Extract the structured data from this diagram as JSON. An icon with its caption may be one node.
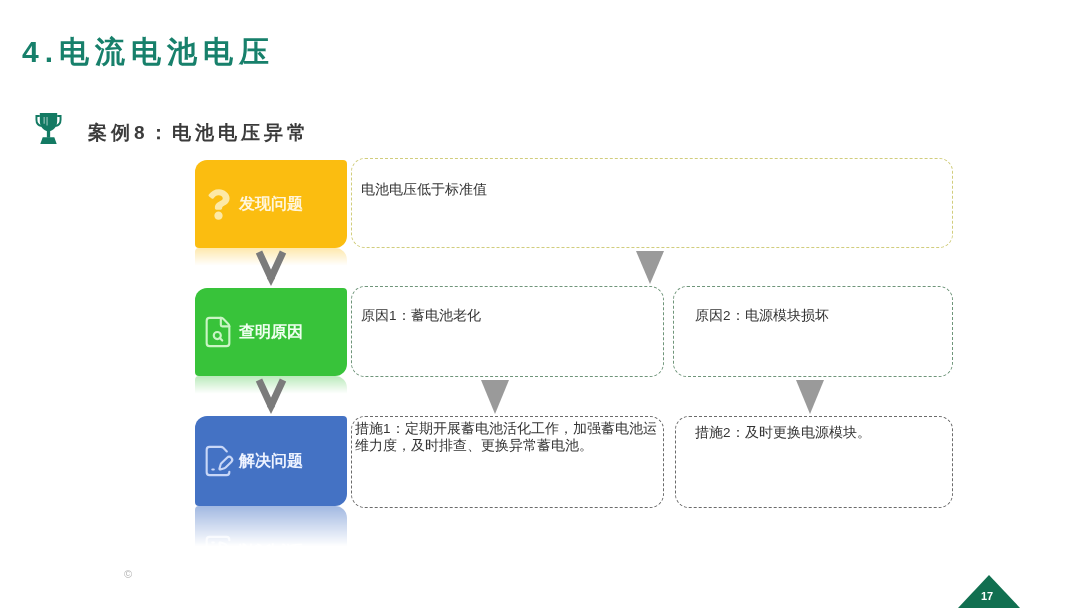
{
  "diagram": {
    "title": "4.电流电池电压",
    "nodes": [
      {
        "text": [
          "发现问题"
        ]
      },
      {
        "text": [
          "电池电压低于标准值"
        ]
      },
      {
        "text": [
          "查明原因"
        ]
      },
      {
        "text": [
          "原因1：蓄电池老化"
        ]
      },
      {
        "text": [
          "原因2：电源模块损坏"
        ]
      },
      {
        "text": [
          "解决问题"
        ]
      },
      {
        "text": [
          "措施1：定期开展蓄电池活化工作，加强蓄电池运维力度，及时排查、更换异常蓄电池。"
        ]
      },
      {
        "text": [
          "措施2：及时更换电源模块。"
        ]
      }
    ],
    "edges": [
      {
        "from": 0,
        "to": 2,
        "arrow": "to"
      },
      {
        "from": 2,
        "to": 5,
        "arrow": "to"
      },
      {
        "from": 1,
        "to": 3,
        "arrow": "to"
      },
      {
        "from": 3,
        "to": 6,
        "arrow": "to"
      },
      {
        "from": 4,
        "to": 7,
        "arrow": "to"
      }
    ],
    "labels": [
      "案例8：电池电压异常",
      "©",
      "17"
    ]
  }
}
